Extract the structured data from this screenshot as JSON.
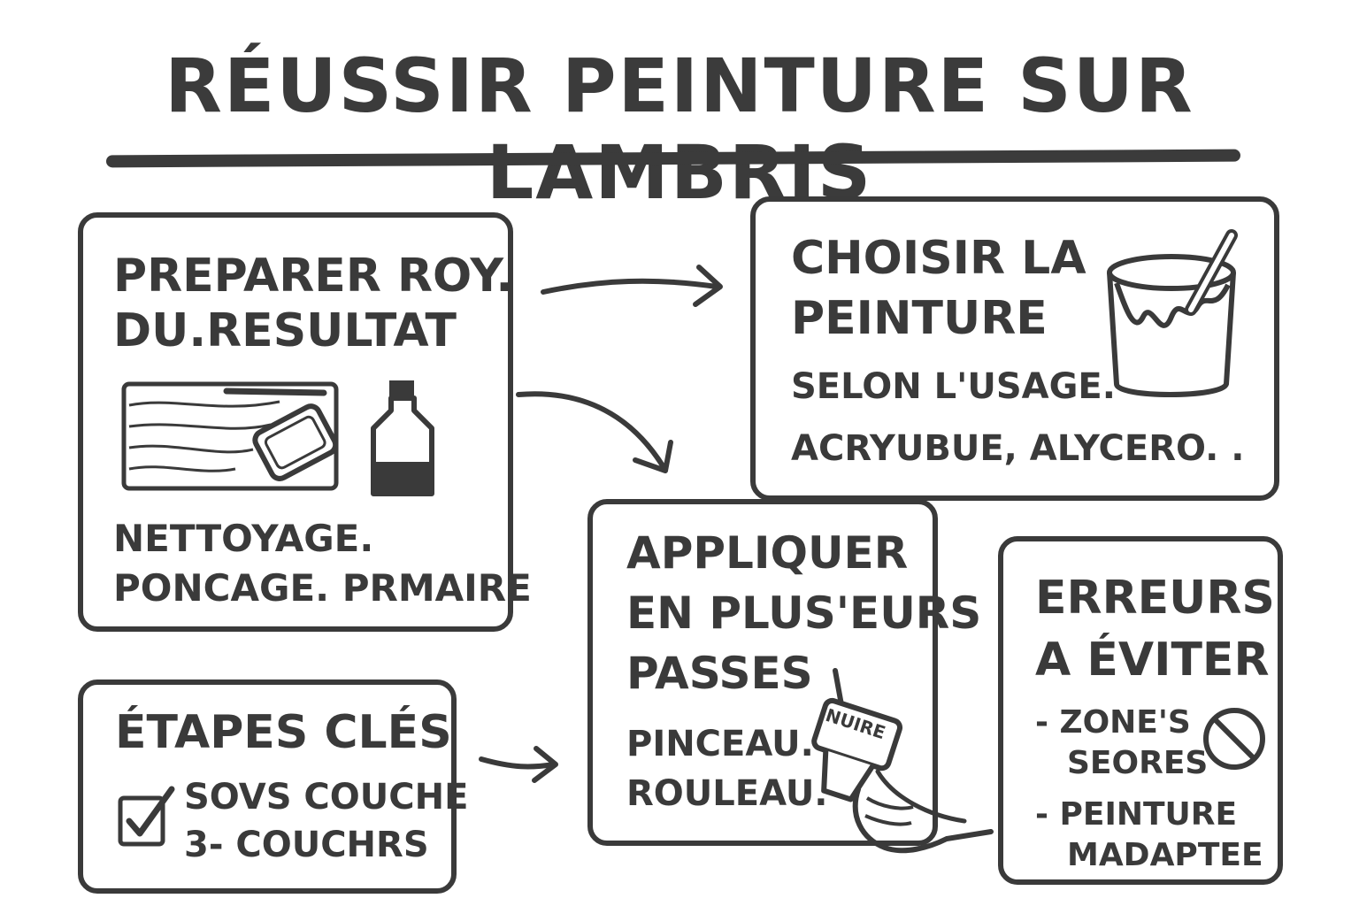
{
  "title": "RÉUSSIR PEINTURE SUR LAMBRIS",
  "cards": {
    "preparer": {
      "heading_line1": "PREPARER ROY.",
      "heading_line2": "DU.RESULTAT",
      "body_line1": "NETTOYAGE.",
      "body_line2": "PONCAGE. PRMAIRE"
    },
    "choisir": {
      "heading_line1": "CHOISIR LA",
      "heading_line2": "PEINTURE",
      "body_line1": "SELON L'USAGE.",
      "body_line2": "ACRYUBUE, ALYCERO. ."
    },
    "appliquer": {
      "heading_line1": "APPLIQUER",
      "heading_line2": "EN PLUS'EURS",
      "heading_line3": "PASSES",
      "body_line1": "PINCEAU.",
      "body_line2": "ROULEAU.",
      "can_label": "NUIRE"
    },
    "etapes": {
      "heading": "ÉTAPES CLÉS",
      "item1": "SOVS COUCHE",
      "item2": "3- COUCHRS"
    },
    "erreurs": {
      "heading_line1": "ERREURS",
      "heading_line2": "A ÉVITER",
      "item1_line1": "- ZONE'S",
      "item1_line2": "SEORES",
      "item2_line1": "- PEINTURE",
      "item2_line2": "MADAPTEE"
    }
  },
  "icons": [
    "wood-sanding-icon",
    "bottle-icon",
    "paint-can-icon",
    "brush-hand-icon",
    "checkbox-icon",
    "no-entry-icon"
  ],
  "colors": {
    "ink": "#3a3a3a",
    "background": "#ffffff"
  }
}
